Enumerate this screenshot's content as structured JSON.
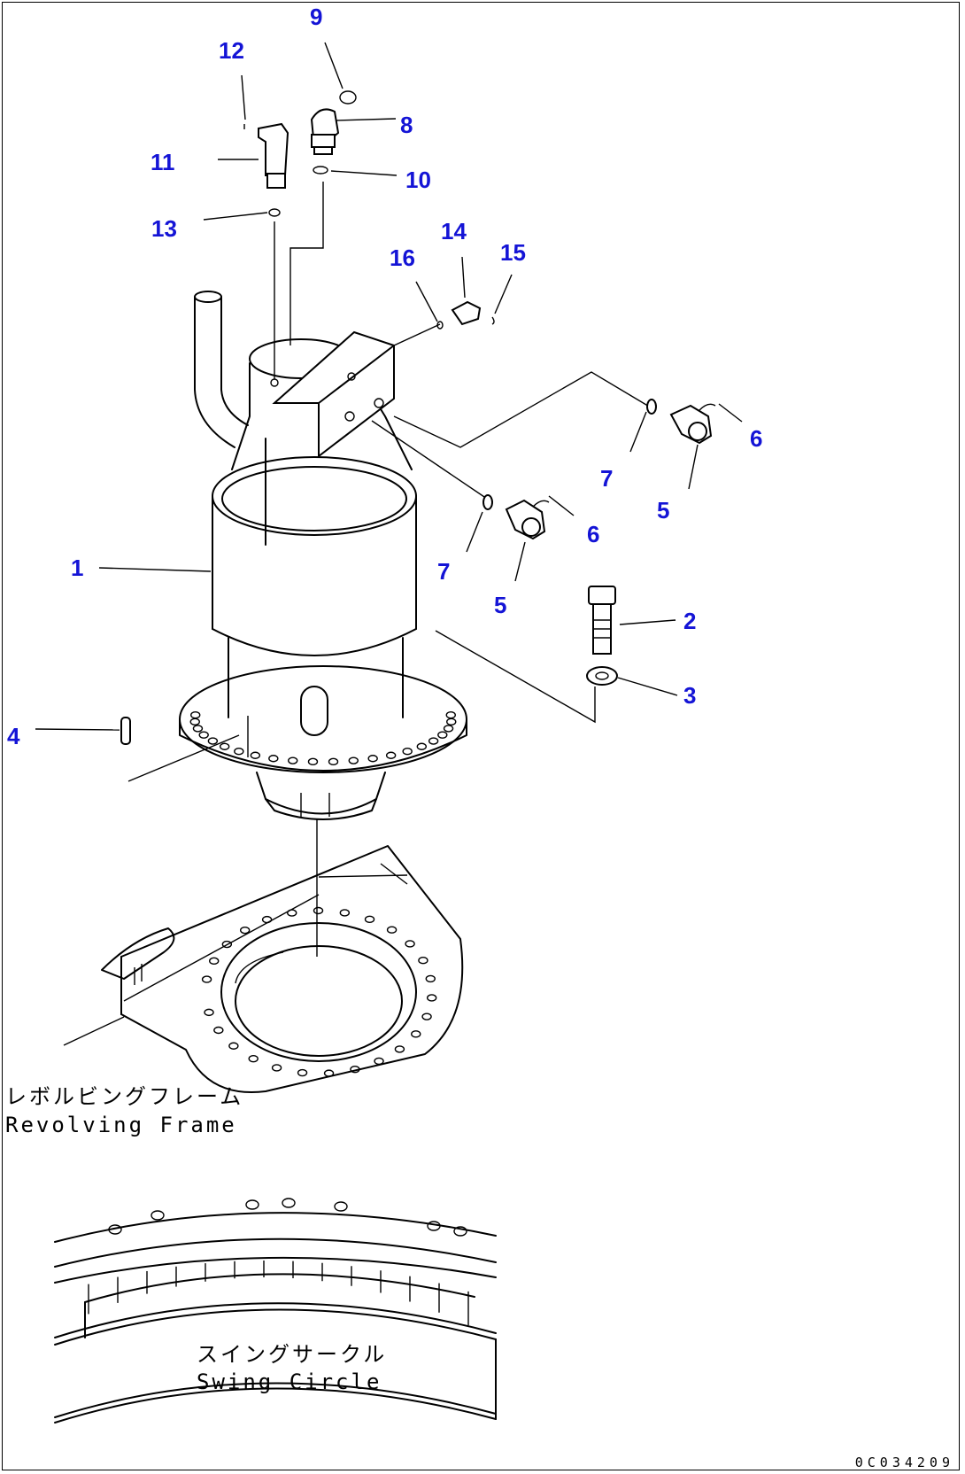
{
  "callouts": {
    "c1": "1",
    "c2": "2",
    "c3": "3",
    "c4": "4",
    "c5a": "5",
    "c5b": "5",
    "c6a": "6",
    "c6b": "6",
    "c7a": "7",
    "c7b": "7",
    "c8": "8",
    "c9": "9",
    "c10": "10",
    "c11": "11",
    "c12": "12",
    "c13": "13",
    "c14": "14",
    "c15": "15",
    "c16": "16"
  },
  "captions": {
    "revolving_frame_jp": "レボルビングフレーム",
    "revolving_frame_en": "Revolving Frame",
    "swing_circle_jp": "スイングサークル",
    "swing_circle_en": "Swing Circle"
  },
  "drawing_code": "0C034209",
  "colors": {
    "callout": "#1414d6",
    "line": "#000000",
    "background": "#ffffff"
  }
}
